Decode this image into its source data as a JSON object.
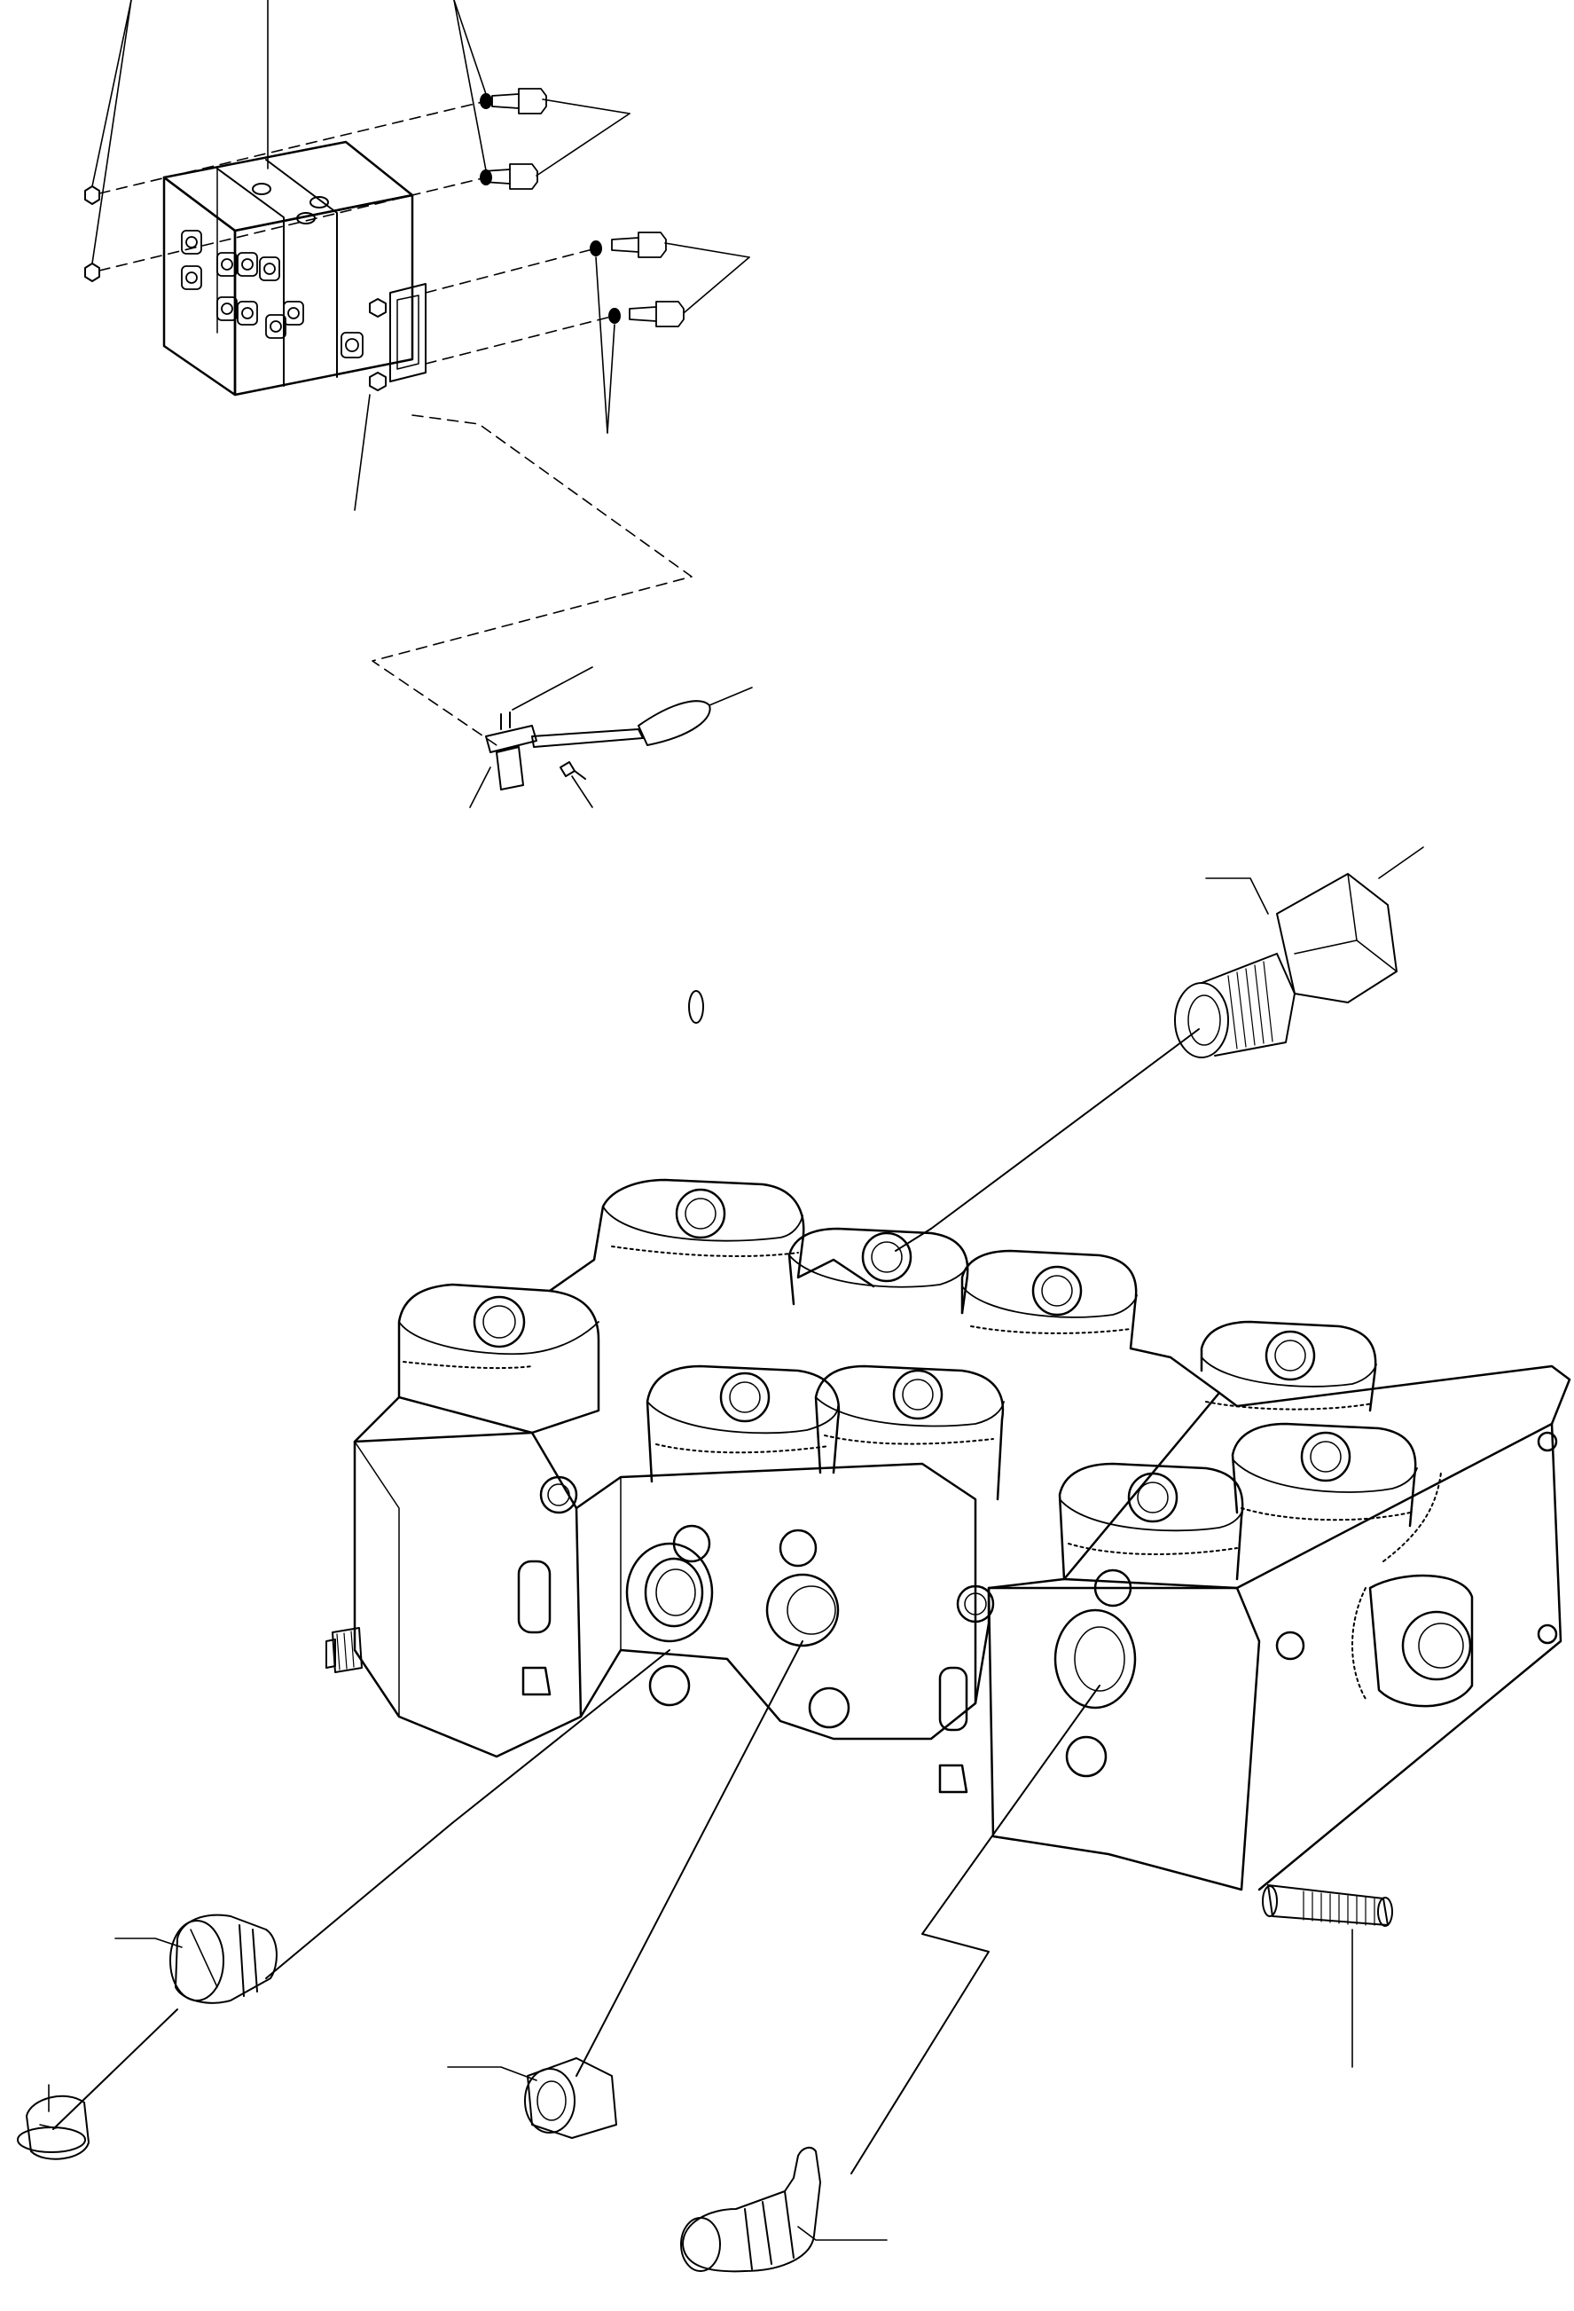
{
  "page": {
    "background": "#ffffff",
    "ink": "#000000"
  },
  "diagram": {
    "kind": "exploded parts drawing",
    "text_labels": [],
    "callout_count": 18,
    "parts": [
      "valve-bank-overview",
      "mounting-nut",
      "washer",
      "hex-bolt",
      "mounting-bracket",
      "control-lever",
      "lever-bracket",
      "small-screw",
      "main-valve-block",
      "threaded-adapter",
      "threaded-stud",
      "end-plug",
      "slotted-sleeve",
      "retaining-cap",
      "spool-pin",
      "small-plug"
    ]
  }
}
